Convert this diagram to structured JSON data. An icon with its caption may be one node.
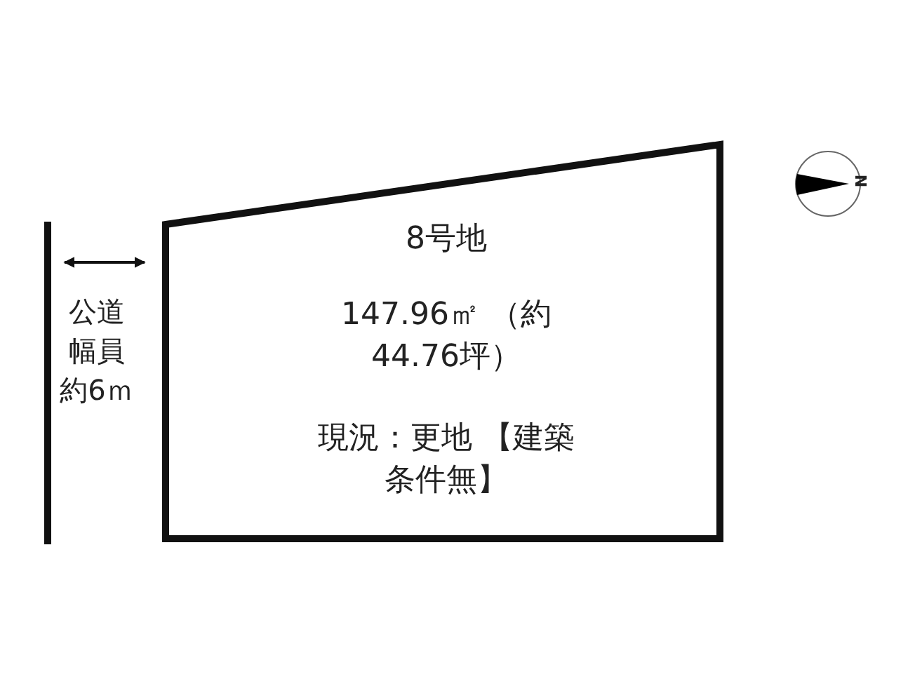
{
  "diagram": {
    "nodes": [
      {
        "text": [
          "8号地",
          "147.96㎡ （約44.76坪）",
          "現況：更地 【建築条件無】"
        ]
      }
    ],
    "edges": [],
    "labels": [
      "N",
      "公道幅員約6ｍ"
    ]
  }
}
